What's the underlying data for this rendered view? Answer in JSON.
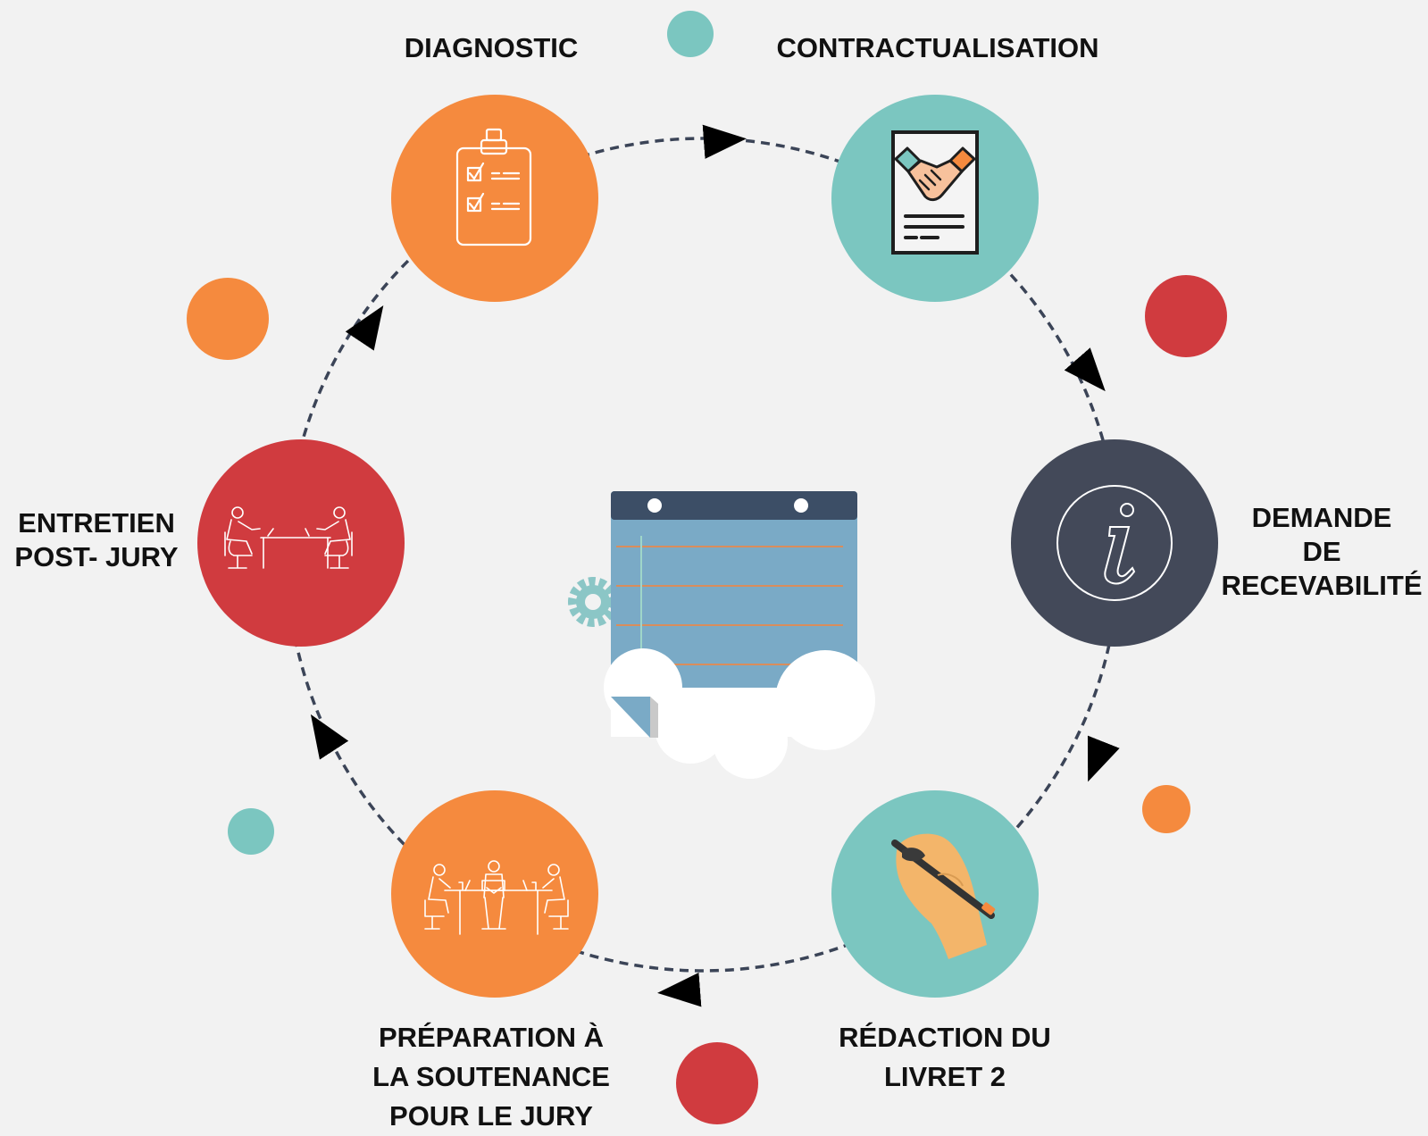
{
  "colors": {
    "orange": "#f58a3e",
    "teal": "#7bc6c0",
    "red": "#d03b3f",
    "navy": "#434959",
    "dash": "#3b4457",
    "background": "#f2f2f2",
    "notepad_header": "#3c4e66",
    "notepad_paper": "#7aaac6",
    "notepad_lines": "#d98d5c"
  },
  "steps": [
    {
      "id": "diagnostic",
      "lines": [
        "DIAGNOSTIC"
      ],
      "color": "orange",
      "icon": "clipboard-checklist-icon"
    },
    {
      "id": "contractualisation",
      "lines": [
        "CONTRACTUALISATION"
      ],
      "color": "teal",
      "icon": "handshake-contract-icon"
    },
    {
      "id": "demande-recevabilite",
      "lines": [
        "DEMANDE",
        "DE",
        "RECEVABILITÉ"
      ],
      "color": "navy",
      "icon": "info-icon"
    },
    {
      "id": "redaction-livret",
      "lines": [
        "RÉDACTION DU",
        "LIVRET 2"
      ],
      "color": "teal",
      "icon": "hand-writing-pen-icon"
    },
    {
      "id": "preparation-soutenance",
      "lines": [
        "PRÉPARATION À",
        "LA SOUTENANCE",
        "POUR LE JURY"
      ],
      "color": "orange",
      "icon": "jury-meeting-icon"
    },
    {
      "id": "entretien-post-jury",
      "lines": [
        "ENTRETIEN",
        "POST- JURY"
      ],
      "color": "red",
      "icon": "interview-meeting-icon"
    }
  ],
  "center_icon": "notepad-cloud-icon",
  "decor_icon": "gear-icon"
}
